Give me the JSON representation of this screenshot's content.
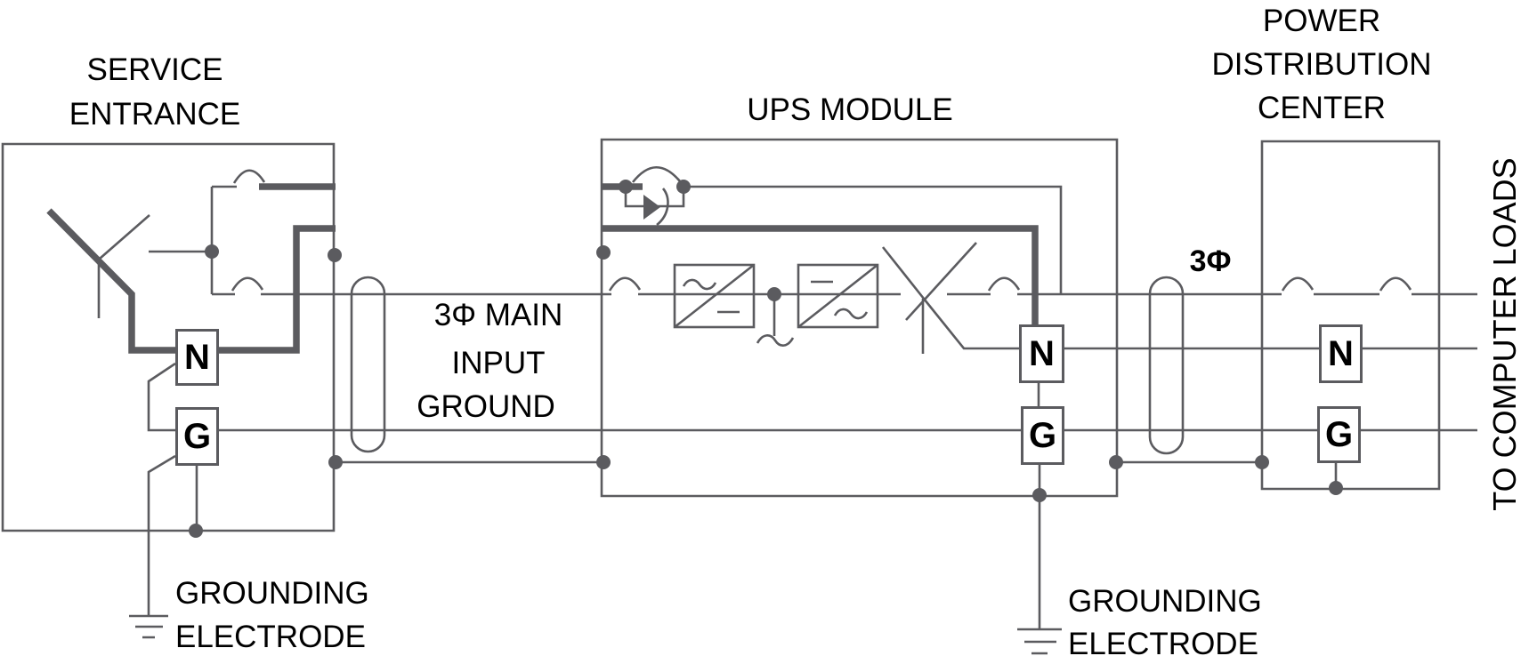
{
  "colors": {
    "bg": "#ffffff",
    "line": "#5b5b5f",
    "text": "#000000"
  },
  "titles": {
    "service_entrance": [
      "SERVICE",
      "ENTRANCE"
    ],
    "ups_module": "UPS MODULE",
    "pdc": [
      "POWER",
      "DISTRIBUTION",
      "CENTER"
    ]
  },
  "labels": {
    "main_input": [
      "3Φ MAIN",
      "INPUT"
    ],
    "ground": "GROUND",
    "grounding_electrode": [
      "GROUNDING",
      "ELECTRODE"
    ],
    "phase": "3Φ",
    "to_loads": "TO COMPUTER LOADS"
  },
  "buses": {
    "neutral": "N",
    "ground": "G"
  }
}
